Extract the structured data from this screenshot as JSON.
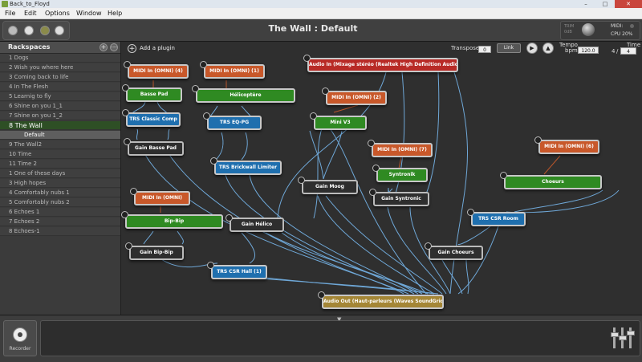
{
  "window": {
    "title": "Back_to_Floyd"
  },
  "menu": [
    "File",
    "Edit",
    "Options",
    "Window",
    "Help"
  ],
  "header": {
    "title": "The Wall : Default",
    "trim_label": "TRIM",
    "trim_value": "0dB",
    "midi_label": "MIDI:",
    "cpu_label": "CPU",
    "cpu_value": "20%"
  },
  "sidebar": {
    "title": "Rackspaces",
    "items": [
      {
        "label": "1 Dogs"
      },
      {
        "label": "2 Wish you where here"
      },
      {
        "label": "3 Coming back to life"
      },
      {
        "label": "4 In The Flesh"
      },
      {
        "label": "5 Learnig to fly"
      },
      {
        "label": "6 Shine on you 1_1"
      },
      {
        "label": "7 Shine on you 1_2"
      },
      {
        "label": "8 The Wall"
      },
      {
        "label": "Default"
      },
      {
        "label": "9 The Wall2"
      },
      {
        "label": "10 Time"
      },
      {
        "label": "11 Time 2"
      },
      {
        "label": "1 One of these days"
      },
      {
        "label": "3 High hopes"
      },
      {
        "label": "4 Comfortably nubs 1"
      },
      {
        "label": "5 Comfortably nubs 2"
      },
      {
        "label": "6 Echoes 1"
      },
      {
        "label": "7 Echoes 2"
      },
      {
        "label": "8 Echoes-1"
      }
    ]
  },
  "canvas_toolbar": {
    "add_plugin": "Add a plugin",
    "transpose_label": "Transpose",
    "transpose_value": "0",
    "link_label": "Link",
    "tempo_label": "Tempo",
    "bpm_label": "bpm",
    "bpm_value": "120.0",
    "time_label": "Time",
    "time_num": "4",
    "time_den": "4"
  },
  "nodes": {
    "midi1": "MIDI In (OMNI) (4)",
    "midi2": "MIDI In (OMNI) (1)",
    "audio_in": "Audio In (Mixage stéréo (Realtek High Definition Audio))",
    "midi3": "MIDI In (OMNI) (2)",
    "basse_pad": "Basse Pad",
    "helicoptere": "Hélicoptère",
    "mini_v3": "Mini V3",
    "trs_classic": "TRS Classic Comp",
    "trs_eq": "TRS EQ-PG",
    "gain_basse": "Gain Basse Pad",
    "midi7": "MIDI In (OMNI) (7)",
    "midi6": "MIDI In (OMNI) (6)",
    "trs_brickwall": "TRS Brickwall Limiter",
    "syntronik": "Syntronik",
    "choeurs": "Choeurs",
    "gain_moog": "Gain Moog",
    "gain_syntronic": "Gain Syntronic",
    "midi_bip": "MIDI In (OMNI)",
    "bip_bip": "Bip-Bip",
    "gain_helico": "Gain Hélico",
    "trs_csr_room": "TRS CSR Room",
    "gain_bip": "Gain Bip-Bip",
    "gain_choeurs": "Gain Choeurs",
    "trs_csr_hall": "TRS CSR Hall (1)",
    "audio_out": "Audio Out (Haut-parleurs (Waves SoundGrid))"
  },
  "footer": {
    "recorder": "Recorder"
  }
}
